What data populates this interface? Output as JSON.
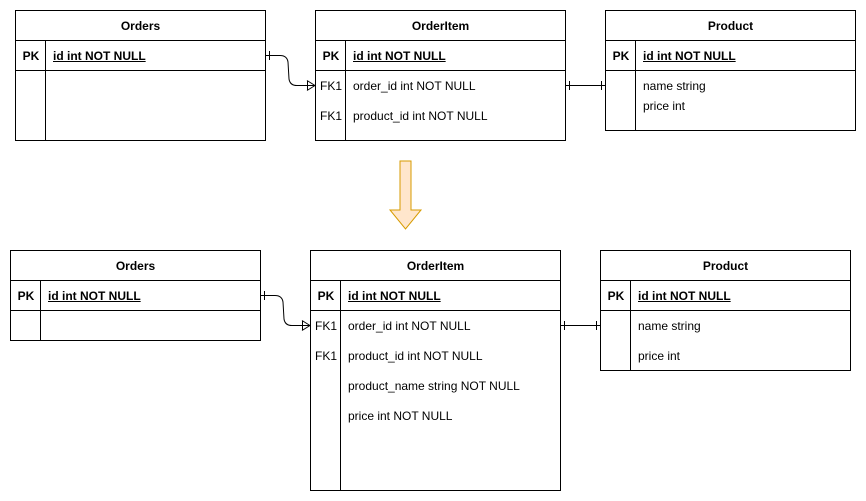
{
  "before": {
    "orders": {
      "title": "Orders",
      "pk_key": "PK",
      "pk_field": "id int NOT NULL"
    },
    "orderitem": {
      "title": "OrderItem",
      "pk_key": "PK",
      "pk_field": "id int NOT NULL",
      "rows": [
        {
          "key": "FK1",
          "field": "order_id int NOT NULL"
        },
        {
          "key": "FK1",
          "field": "product_id int NOT NULL"
        }
      ]
    },
    "product": {
      "title": "Product",
      "pk_key": "PK",
      "pk_field": "id int NOT NULL",
      "rows": [
        {
          "field": "name string"
        },
        {
          "field": "price int"
        }
      ]
    }
  },
  "after": {
    "orders": {
      "title": "Orders",
      "pk_key": "PK",
      "pk_field": "id int NOT NULL"
    },
    "orderitem": {
      "title": "OrderItem",
      "pk_key": "PK",
      "pk_field": "id int NOT NULL",
      "rows": [
        {
          "key": "FK1",
          "field": "order_id int NOT NULL"
        },
        {
          "key": "FK1",
          "field": "product_id int NOT NULL"
        },
        {
          "key": "",
          "field": "product_name string NOT NULL"
        },
        {
          "key": "",
          "field": "price int NOT NULL"
        }
      ]
    },
    "product": {
      "title": "Product",
      "pk_key": "PK",
      "pk_field": "id int NOT NULL",
      "rows": [
        {
          "field": "name string"
        },
        {
          "field": "price int"
        }
      ]
    }
  },
  "colors": {
    "arrow_fill": "#ffe6cc",
    "arrow_stroke": "#d79b00",
    "line": "#000000"
  }
}
